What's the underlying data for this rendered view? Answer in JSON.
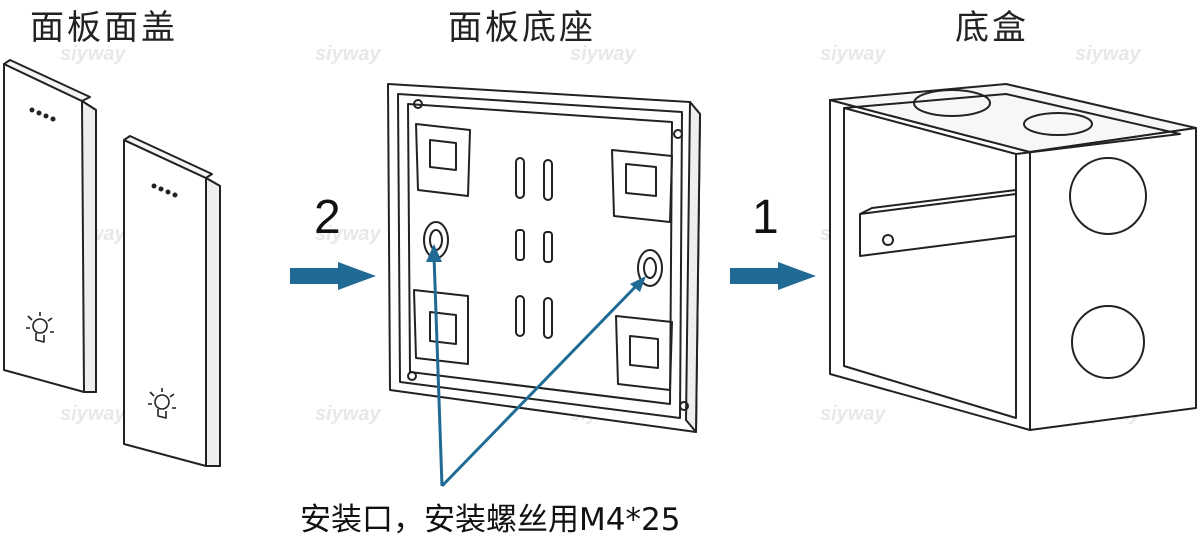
{
  "labels": {
    "panel_cover": "面板面盖",
    "panel_base": "面板底座",
    "back_box": "底盒"
  },
  "steps": {
    "step_2": "2",
    "step_1": "1"
  },
  "note": "安装口，安装螺丝用M4*25",
  "watermark": "siyway",
  "colors": {
    "arrow": "#1f6b93",
    "line": "#222222",
    "watermark": "#e6e6e6"
  }
}
